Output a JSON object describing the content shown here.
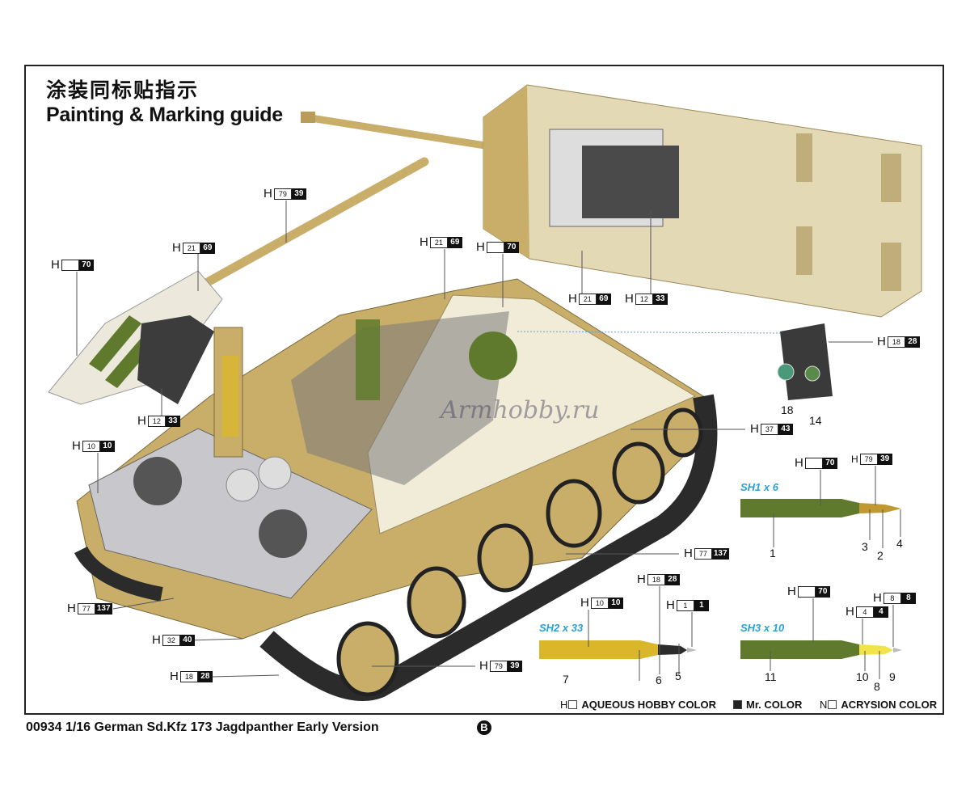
{
  "header": {
    "title_cn": "涂装同标贴指示",
    "title_en": "Painting & Marking guide"
  },
  "callouts": [
    {
      "prefix": "H",
      "hobby": "79",
      "mr": "39"
    },
    {
      "prefix": "H",
      "hobby": "21",
      "mr": "69"
    },
    {
      "prefix": "H",
      "hobby": "",
      "mr": "70"
    },
    {
      "prefix": "H",
      "hobby": "12",
      "mr": "33"
    },
    {
      "prefix": "H",
      "hobby": "21",
      "mr": "69"
    },
    {
      "prefix": "H",
      "hobby": "",
      "mr": "70"
    },
    {
      "prefix": "H",
      "hobby": "21",
      "mr": "69"
    },
    {
      "prefix": "H",
      "hobby": "12",
      "mr": "33"
    },
    {
      "prefix": "H",
      "hobby": "18",
      "mr": "28"
    },
    {
      "prefix": "H",
      "hobby": "37",
      "mr": "43"
    },
    {
      "prefix": "H",
      "hobby": "10",
      "mr": "10"
    },
    {
      "prefix": "H",
      "hobby": "77",
      "mr": "137"
    },
    {
      "prefix": "H",
      "hobby": "77",
      "mr": "137"
    },
    {
      "prefix": "H",
      "hobby": "32",
      "mr": "40"
    },
    {
      "prefix": "H",
      "hobby": "18",
      "mr": "28"
    },
    {
      "prefix": "H",
      "hobby": "79",
      "mr": "39"
    },
    {
      "prefix": "H",
      "hobby": "",
      "mr": "70"
    },
    {
      "prefix": "H",
      "hobby": "79",
      "mr": "39"
    },
    {
      "prefix": "H",
      "hobby": "18",
      "mr": "28"
    },
    {
      "prefix": "H",
      "hobby": "10",
      "mr": "10"
    },
    {
      "prefix": "H",
      "hobby": "1",
      "mr": "1"
    },
    {
      "prefix": "H",
      "hobby": "",
      "mr": "70"
    },
    {
      "prefix": "H",
      "hobby": "8",
      "mr": "8"
    },
    {
      "prefix": "H",
      "hobby": "4",
      "mr": "4"
    }
  ],
  "part_numbers": [
    "18",
    "14",
    "1",
    "3",
    "2",
    "4",
    "7",
    "6",
    "5",
    "11",
    "10",
    "8",
    "9"
  ],
  "shells": [
    {
      "label": "SH1 x 6"
    },
    {
      "label": "SH2 x 33"
    },
    {
      "label": "SH3 x 10"
    }
  ],
  "legend": [
    {
      "prefix": "H",
      "mark": "⊠",
      "label": "AQUEOUS HOBBY COLOR"
    },
    {
      "prefix": "",
      "mark": "■",
      "label": "Mr. COLOR"
    },
    {
      "prefix": "N",
      "mark": "⊠",
      "label": "ACRYSION COLOR"
    }
  ],
  "footer": {
    "text": "00934 1/16 German Sd.Kfz 173 Jagdpanther Early Version",
    "sheet": "B"
  },
  "watermark": "Armhobby.ru",
  "colors": {
    "dunkelgelb": "#c9ae6a",
    "interior_white": "#f1ecd8",
    "olive": "#5f7a2c",
    "yellow_shell": "#d9b62a",
    "track": "#2b2b2b",
    "steel": "#8f9499",
    "shell_label": "#2aa0d6"
  }
}
